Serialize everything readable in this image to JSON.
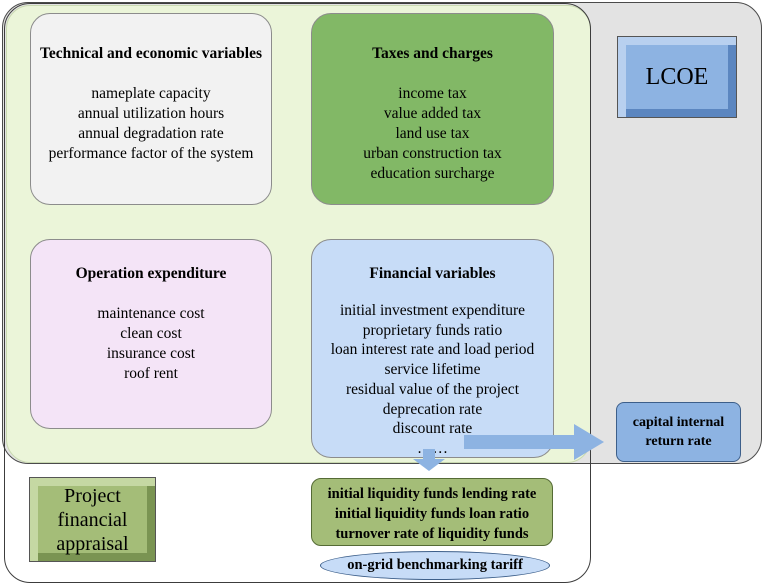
{
  "boxes": {
    "technical": {
      "title": "Technical and economic variables",
      "items": [
        "nameplate capacity",
        "annual utilization hours",
        "annual degradation rate",
        "performance factor of the system"
      ]
    },
    "taxes": {
      "title": "Taxes and charges",
      "items": [
        "income tax",
        "value added tax",
        "land use tax",
        "urban construction tax",
        "education surcharge"
      ]
    },
    "operation": {
      "title": "Operation expenditure",
      "items": [
        "maintenance cost",
        "clean cost",
        "insurance cost",
        "roof rent"
      ]
    },
    "financial": {
      "title": "Financial variables",
      "items": [
        "initial investment expenditure",
        "proprietary funds ratio",
        "loan interest rate and load period",
        "service lifetime",
        "residual value of the project",
        "deprecation rate",
        "discount rate",
        "……"
      ]
    }
  },
  "lcoe": {
    "label": "LCOE"
  },
  "capital_irr": {
    "label": "capital internal return rate"
  },
  "project": {
    "label": "Project financial appraisal"
  },
  "liquidity": {
    "items": [
      "initial liquidity funds lending rate",
      "initial liquidity funds loan ratio",
      "turnover rate of liquidity funds"
    ]
  },
  "tariff": {
    "label": "on-grid benchmarking tariff"
  },
  "colors": {
    "lcoe_region": "#e3e3e3",
    "appraisal_region": "#ebf5d9",
    "tech_box": "#f2f2f2",
    "tax_box": "#82b866",
    "operation_box": "#f4e4f7",
    "financial_box": "#c7dcf7",
    "arrow": "#8db3e2"
  }
}
